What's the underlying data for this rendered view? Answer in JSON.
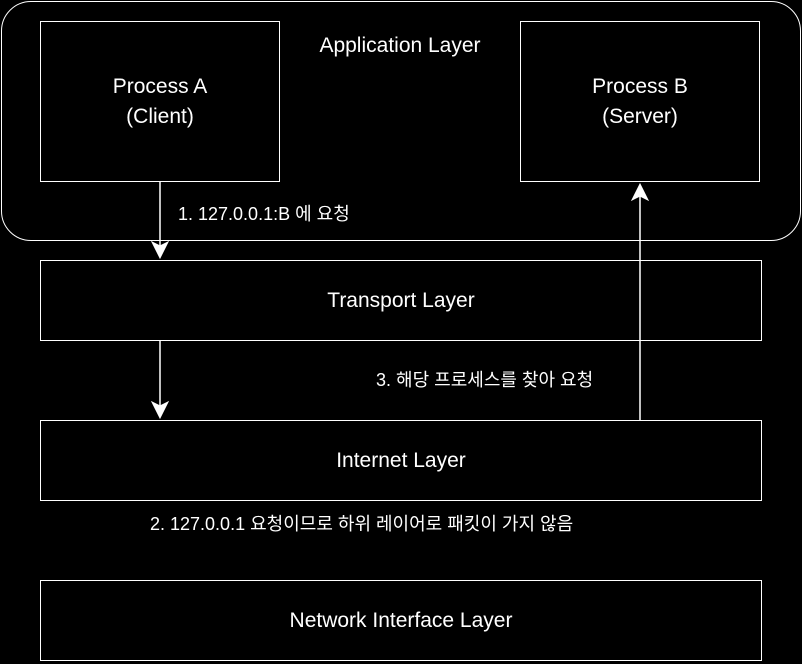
{
  "diagram": {
    "application_layer": {
      "title": "Application Layer"
    },
    "process_a": {
      "line1": "Process A",
      "line2": "(Client)"
    },
    "process_b": {
      "line1": "Process B",
      "line2": "(Server)"
    },
    "transport_layer": {
      "label": "Transport Layer"
    },
    "internet_layer": {
      "label": "Internet Layer"
    },
    "network_interface_layer": {
      "label": "Network Interface Layer"
    },
    "steps": {
      "step1": "1. 127.0.0.1:B 에 요청",
      "step2": "2. 127.0.0.1 요청이므로 하위 레이어로 패킷이 가지 않음",
      "step3": "3. 해당 프로세스를 찾아 요청"
    }
  },
  "colors": {
    "background": "#000000",
    "stroke": "#ffffff",
    "text": "#ffffff"
  }
}
